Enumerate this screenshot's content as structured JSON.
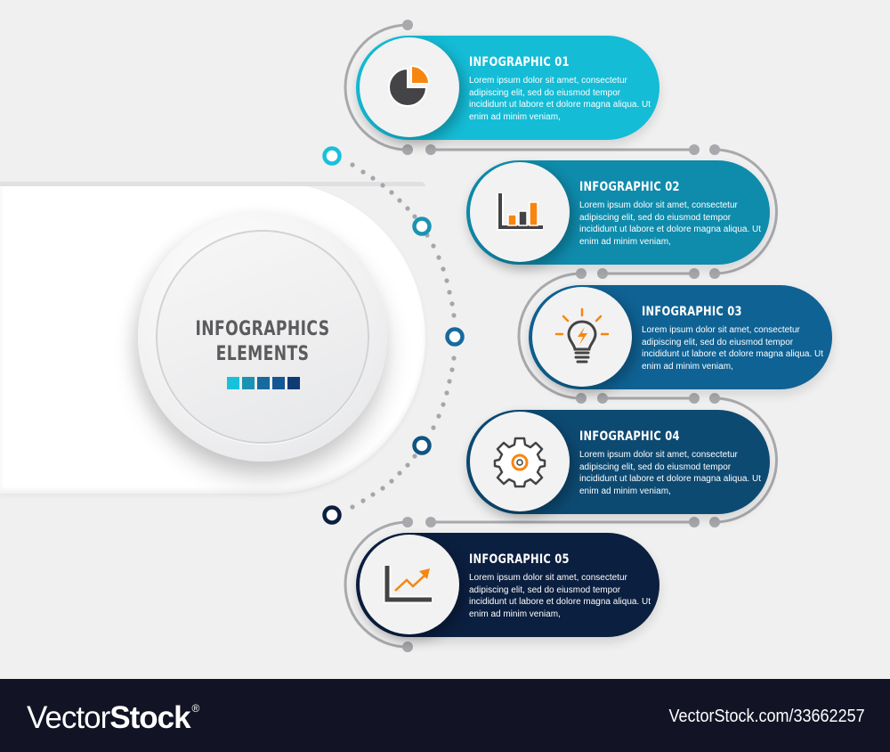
{
  "hub": {
    "title_line1": "INFOGRAPHICS",
    "title_line2": "ELEMENTS",
    "swatches": [
      "#19c0da",
      "#1a93b3",
      "#17699e",
      "#135794",
      "#0e3b73"
    ]
  },
  "cards": [
    {
      "title": "INFOGRAPHIC 01",
      "body": "Lorem ipsum dolor sit amet, consectetur adipiscing elit, sed do eiusmod tempor incididunt ut labore et dolore magna aliqua. Ut enim ad minim veniam,",
      "icon": "pie-chart-icon",
      "color": "#14bcd6"
    },
    {
      "title": "INFOGRAPHIC 02",
      "body": "Lorem ipsum dolor sit amet, consectetur adipiscing elit, sed do eiusmod tempor incididunt ut labore et dolore magna aliqua. Ut enim ad minim veniam,",
      "icon": "bar-chart-icon",
      "color": "#0f8bac"
    },
    {
      "title": "INFOGRAPHIC 03",
      "body": "Lorem ipsum dolor sit amet, consectetur adipiscing elit, sed do eiusmod tempor incididunt ut labore et dolore magna aliqua. Ut enim ad minim veniam,",
      "icon": "lightbulb-icon",
      "color": "#0f6294"
    },
    {
      "title": "INFOGRAPHIC 04",
      "body": "Lorem ipsum dolor sit amet, consectetur adipiscing elit, sed do eiusmod tempor incididunt ut labore et dolore magna aliqua. Ut enim ad minim veniam,",
      "icon": "gear-icon",
      "color": "#0d4a72"
    },
    {
      "title": "INFOGRAPHIC 05",
      "body": "Lorem ipsum dolor sit amet, consectetur adipiscing elit, sed do eiusmod tempor incididunt ut labore et dolore magna aliqua. Ut enim ad minim veniam,",
      "icon": "growth-chart-icon",
      "color": "#0b1f40"
    }
  ],
  "colors": {
    "accent_orange": "#f7860f",
    "icon_dark": "#444446",
    "connector_gray": "#a8a9ad",
    "background": "#f0f0f0"
  },
  "footer": {
    "logo_light": "Vector",
    "logo_bold": "Stock",
    "logo_mark": "®",
    "image_id": "VectorStock.com/33662257"
  }
}
